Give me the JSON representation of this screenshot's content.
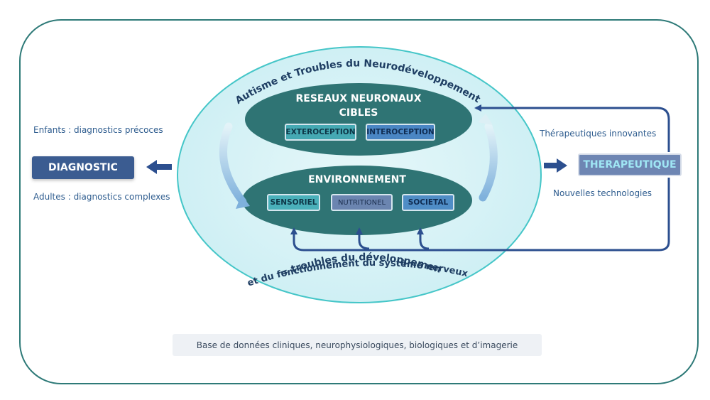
{
  "arc_top": "Autisme et Troubles du Neurodéveloppement",
  "arc_bottom_line1": "= troubles du développement",
  "arc_bottom_line2": "et du fonctionnement du système nerveux",
  "networks": {
    "title_line1": "RESEAUX NEURONAUX",
    "title_line2": "CIBLES",
    "items": [
      "EXTEROCEPTION",
      "INTEROCEPTION"
    ]
  },
  "environment": {
    "title": "ENVIRONNEMENT",
    "items": [
      "SENSORIEL",
      "NUTRITIONEL",
      "SOCIETAL"
    ]
  },
  "diagnostic": {
    "label": "DIAGNOSTIC",
    "children": "Enfants : diagnostics précoces",
    "adults": "Adultes : diagnostics complexes"
  },
  "therapeutic": {
    "label": "THERAPEUTIQUE",
    "innovative": "Thérapeutiques innovantes",
    "technologies": "Nouvelles technologies"
  },
  "database": "Base de données cliniques, neurophysiologiques, biologiques et d’imagerie",
  "colors": {
    "frame": "#2e7a78",
    "outer_ellipse": "#45c6c8",
    "inner_ellipse": "#2f7474",
    "diagnostic_bg": "#3b5c91",
    "therapeutic_bg": "#6e86b3",
    "therapeutic_text": "#9fe6f4",
    "arrow": "#2c4f8f",
    "label_text": "#2f5d8f"
  }
}
